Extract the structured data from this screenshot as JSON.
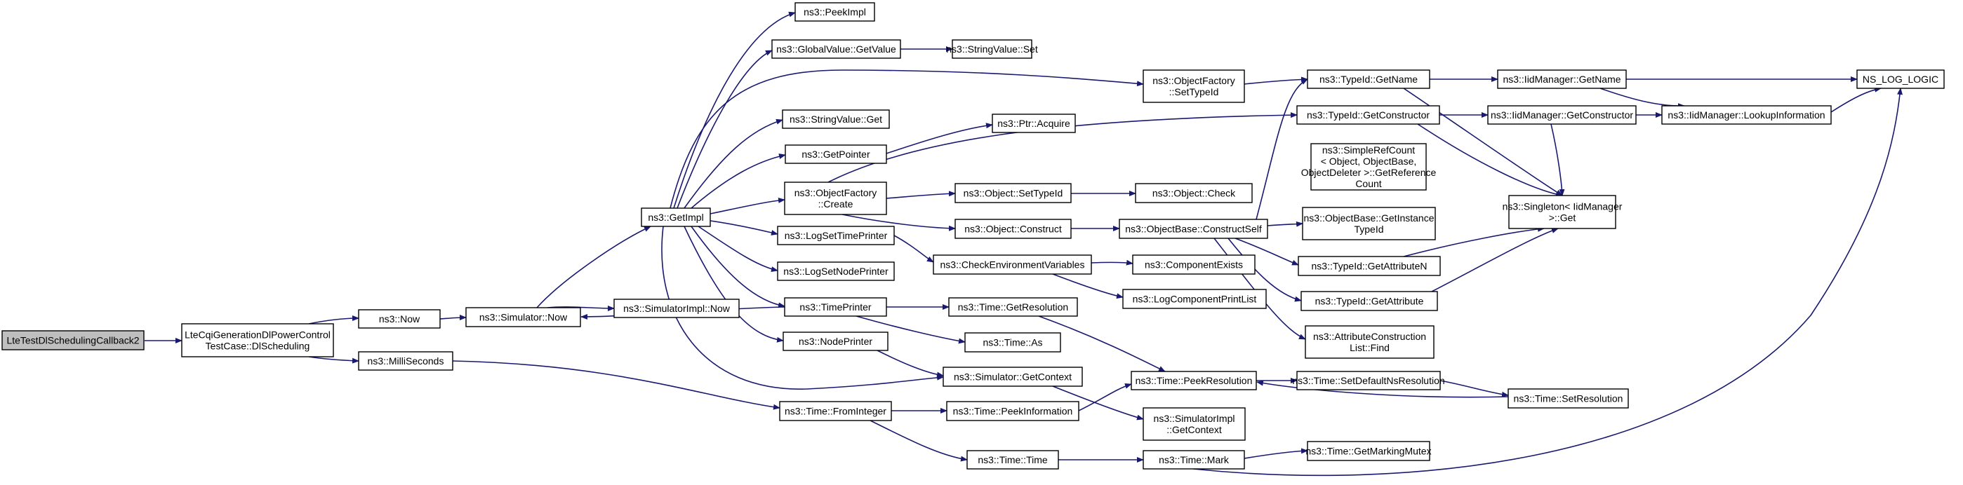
{
  "colors": {
    "edge": "#191970",
    "node_fill": "#ffffff",
    "root_fill": "#bfbfbf",
    "node_border": "#000000",
    "truncated_border": "#ff0000"
  },
  "nodes": [
    {
      "id": "root",
      "lines": [
        "LteTestDlSchedulingCallback2"
      ],
      "root": true
    },
    {
      "id": "dlsched",
      "lines": [
        "LteCqiGenerationDlPowerControl",
        "TestCase::DlScheduling"
      ]
    },
    {
      "id": "now",
      "lines": [
        "ns3::Now"
      ]
    },
    {
      "id": "millis",
      "lines": [
        "ns3::MilliSeconds"
      ]
    },
    {
      "id": "simnow",
      "lines": [
        "ns3::Simulator::Now"
      ]
    },
    {
      "id": "simimplnow",
      "lines": [
        "ns3::SimulatorImpl::Now"
      ]
    },
    {
      "id": "getimpl",
      "lines": [
        "ns3::GetImpl"
      ]
    },
    {
      "id": "peekimpl",
      "lines": [
        "ns3::PeekImpl"
      ]
    },
    {
      "id": "gvgetvalue",
      "lines": [
        "ns3::GlobalValue::GetValue"
      ]
    },
    {
      "id": "svget",
      "lines": [
        "ns3::StringValue::Get"
      ]
    },
    {
      "id": "getpointer",
      "lines": [
        "ns3::GetPointer"
      ]
    },
    {
      "id": "ofcreate",
      "lines": [
        "ns3::ObjectFactory",
        "::Create"
      ]
    },
    {
      "id": "logsettime",
      "lines": [
        "ns3::LogSetTimePrinter"
      ]
    },
    {
      "id": "logsetnode",
      "lines": [
        "ns3::LogSetNodePrinter"
      ]
    },
    {
      "id": "timeprinter",
      "lines": [
        "ns3::TimePrinter"
      ]
    },
    {
      "id": "nodeprinter",
      "lines": [
        "ns3::NodePrinter"
      ]
    },
    {
      "id": "fromint",
      "lines": [
        "ns3::Time::FromInteger"
      ]
    },
    {
      "id": "svset",
      "lines": [
        "ns3::StringValue::Set"
      ]
    },
    {
      "id": "ofsettypeid",
      "lines": [
        "ns3::ObjectFactory",
        "::SetTypeId"
      ]
    },
    {
      "id": "ptracquire",
      "lines": [
        "ns3::Ptr::Acquire"
      ]
    },
    {
      "id": "objsettypeid",
      "lines": [
        "ns3::Object::SetTypeId"
      ]
    },
    {
      "id": "objconstruct",
      "lines": [
        "ns3::Object::Construct"
      ]
    },
    {
      "id": "checkenv",
      "lines": [
        "ns3::CheckEnvironmentVariables"
      ]
    },
    {
      "id": "getres",
      "lines": [
        "ns3::Time::GetResolution"
      ]
    },
    {
      "id": "timeas",
      "lines": [
        "ns3::Time::As"
      ]
    },
    {
      "id": "simgetctx",
      "lines": [
        "ns3::Simulator::GetContext"
      ]
    },
    {
      "id": "peekinfo",
      "lines": [
        "ns3::Time::PeekInformation"
      ]
    },
    {
      "id": "timetime",
      "lines": [
        "ns3::Time::Time"
      ]
    },
    {
      "id": "objcheck",
      "lines": [
        "ns3::Object::Check"
      ]
    },
    {
      "id": "constructself",
      "lines": [
        "ns3::ObjectBase::ConstructSelf"
      ],
      "truncated": true
    },
    {
      "id": "compexists",
      "lines": [
        "ns3::ComponentExists"
      ],
      "truncated": true
    },
    {
      "id": "logcomplist",
      "lines": [
        "ns3::LogComponentPrintList"
      ],
      "truncated": true
    },
    {
      "id": "peekres",
      "lines": [
        "ns3::Time::PeekResolution"
      ]
    },
    {
      "id": "simimplgetctx",
      "lines": [
        "ns3::SimulatorImpl",
        "::GetContext"
      ]
    },
    {
      "id": "timemark",
      "lines": [
        "ns3::Time::Mark"
      ]
    },
    {
      "id": "typeidgetname",
      "lines": [
        "ns3::TypeId::GetName"
      ]
    },
    {
      "id": "typeidgetctor",
      "lines": [
        "ns3::TypeId::GetConstructor"
      ]
    },
    {
      "id": "simplerefcount",
      "lines": [
        "ns3::SimpleRefCount",
        "< Object, ObjectBase,",
        "ObjectDeleter >::GetReference",
        "Count"
      ]
    },
    {
      "id": "obgetinstance",
      "lines": [
        "ns3::ObjectBase::GetInstance",
        "TypeId"
      ]
    },
    {
      "id": "getattrn",
      "lines": [
        "ns3::TypeId::GetAttributeN"
      ],
      "truncated": true
    },
    {
      "id": "getattr",
      "lines": [
        "ns3::TypeId::GetAttribute"
      ],
      "truncated": true
    },
    {
      "id": "attrlistfind",
      "lines": [
        "ns3::AttributeConstruction",
        "List::Find"
      ]
    },
    {
      "id": "setdefaultns",
      "lines": [
        "ns3::Time::SetDefaultNsResolution"
      ]
    },
    {
      "id": "getmarkingmutex",
      "lines": [
        "ns3::Time::GetMarkingMutex"
      ]
    },
    {
      "id": "iidgetname",
      "lines": [
        "ns3::IidManager::GetName"
      ]
    },
    {
      "id": "iidgetctor",
      "lines": [
        "ns3::IidManager::GetConstructor"
      ]
    },
    {
      "id": "singleton",
      "lines": [
        "ns3::Singleton< IidManager",
        ">::Get"
      ]
    },
    {
      "id": "setres",
      "lines": [
        "ns3::Time::SetResolution"
      ]
    },
    {
      "id": "lookupinfo",
      "lines": [
        "ns3::IidManager::LookupInformation"
      ]
    },
    {
      "id": "nslog",
      "lines": [
        "NS_LOG_LOGIC"
      ]
    }
  ]
}
